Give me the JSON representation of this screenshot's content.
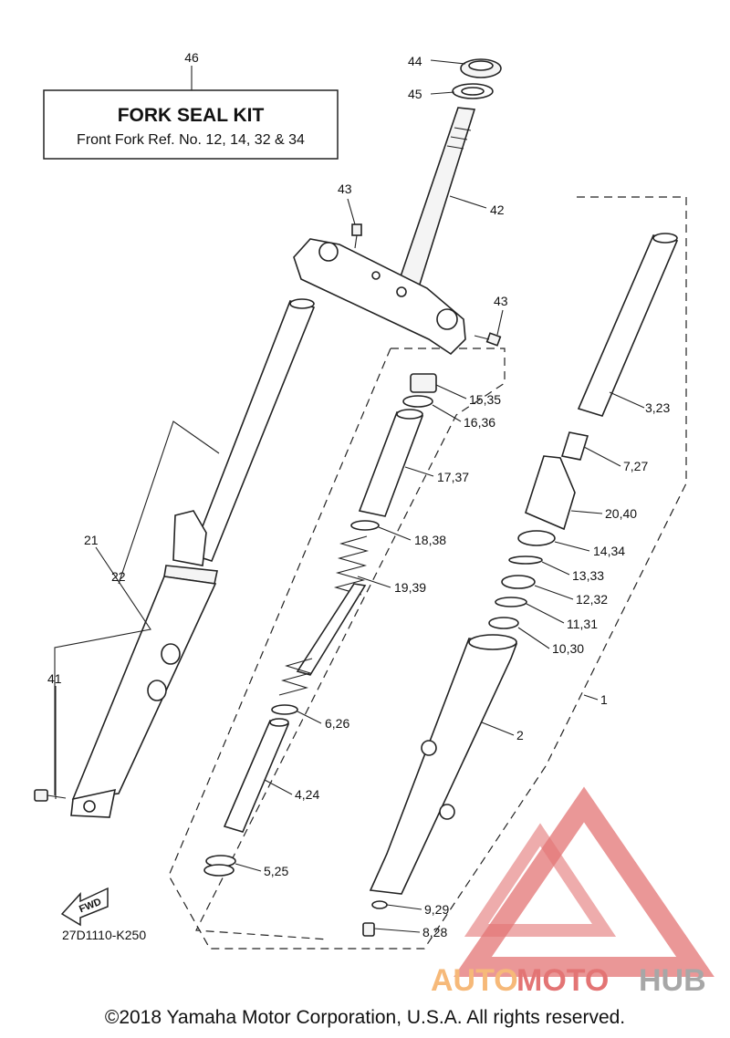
{
  "kit_box": {
    "ref": "46",
    "title": "FORK SEAL KIT",
    "subtitle": "Front Fork Ref. No. 12, 14, 32 & 34"
  },
  "callouts": {
    "c44": "44",
    "c45": "45",
    "c42": "42",
    "c43a": "43",
    "c43b": "43",
    "c15": "15,35",
    "c16": "16,36",
    "c17": "17,37",
    "c18": "18,38",
    "c19": "19,39",
    "c6": "6,26",
    "c4": "4,24",
    "c5": "5,25",
    "c3": "3,23",
    "c7": "7,27",
    "c20": "20,40",
    "c14": "14,34",
    "c13": "13,33",
    "c12": "12,32",
    "c11": "11,31",
    "c10": "10,30",
    "c1": "1",
    "c2": "2",
    "c9": "9,29",
    "c8": "8,28",
    "c21": "21",
    "c22": "22",
    "c41": "41"
  },
  "fwd_label": "FWD",
  "diagram_code": "27D1110-K250",
  "copyright": "©2018 Yamaha Motor Corporation, U.S.A. All rights reserved.",
  "watermark": {
    "part1": "AUTO",
    "part2": "MOTO",
    "part3": "HUB",
    "color_orange": "#f6b26b",
    "color_red": "#e06666",
    "color_gray": "#9e9e9e"
  }
}
